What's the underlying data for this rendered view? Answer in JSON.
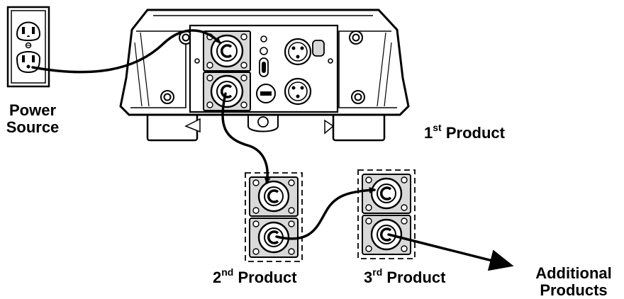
{
  "labels": {
    "power_source_line1": "Power",
    "power_source_line2": "Source",
    "product1_num": "1",
    "product1_suffix": "st",
    "product1_word": "Product",
    "product2_num": "2",
    "product2_suffix": "nd",
    "product2_word": "Product",
    "product3_num": "3",
    "product3_suffix": "rd",
    "product3_word": "Product",
    "additional_line1": "Additional",
    "additional_line2": "Products"
  },
  "colors": {
    "ink": "#000000",
    "fill_light": "#ffffff",
    "fill_gray": "#d9d9d9"
  },
  "icons": [
    "power-outlet-icon",
    "fixture-icon",
    "powercon-connector-icon",
    "arrow-icon"
  ]
}
